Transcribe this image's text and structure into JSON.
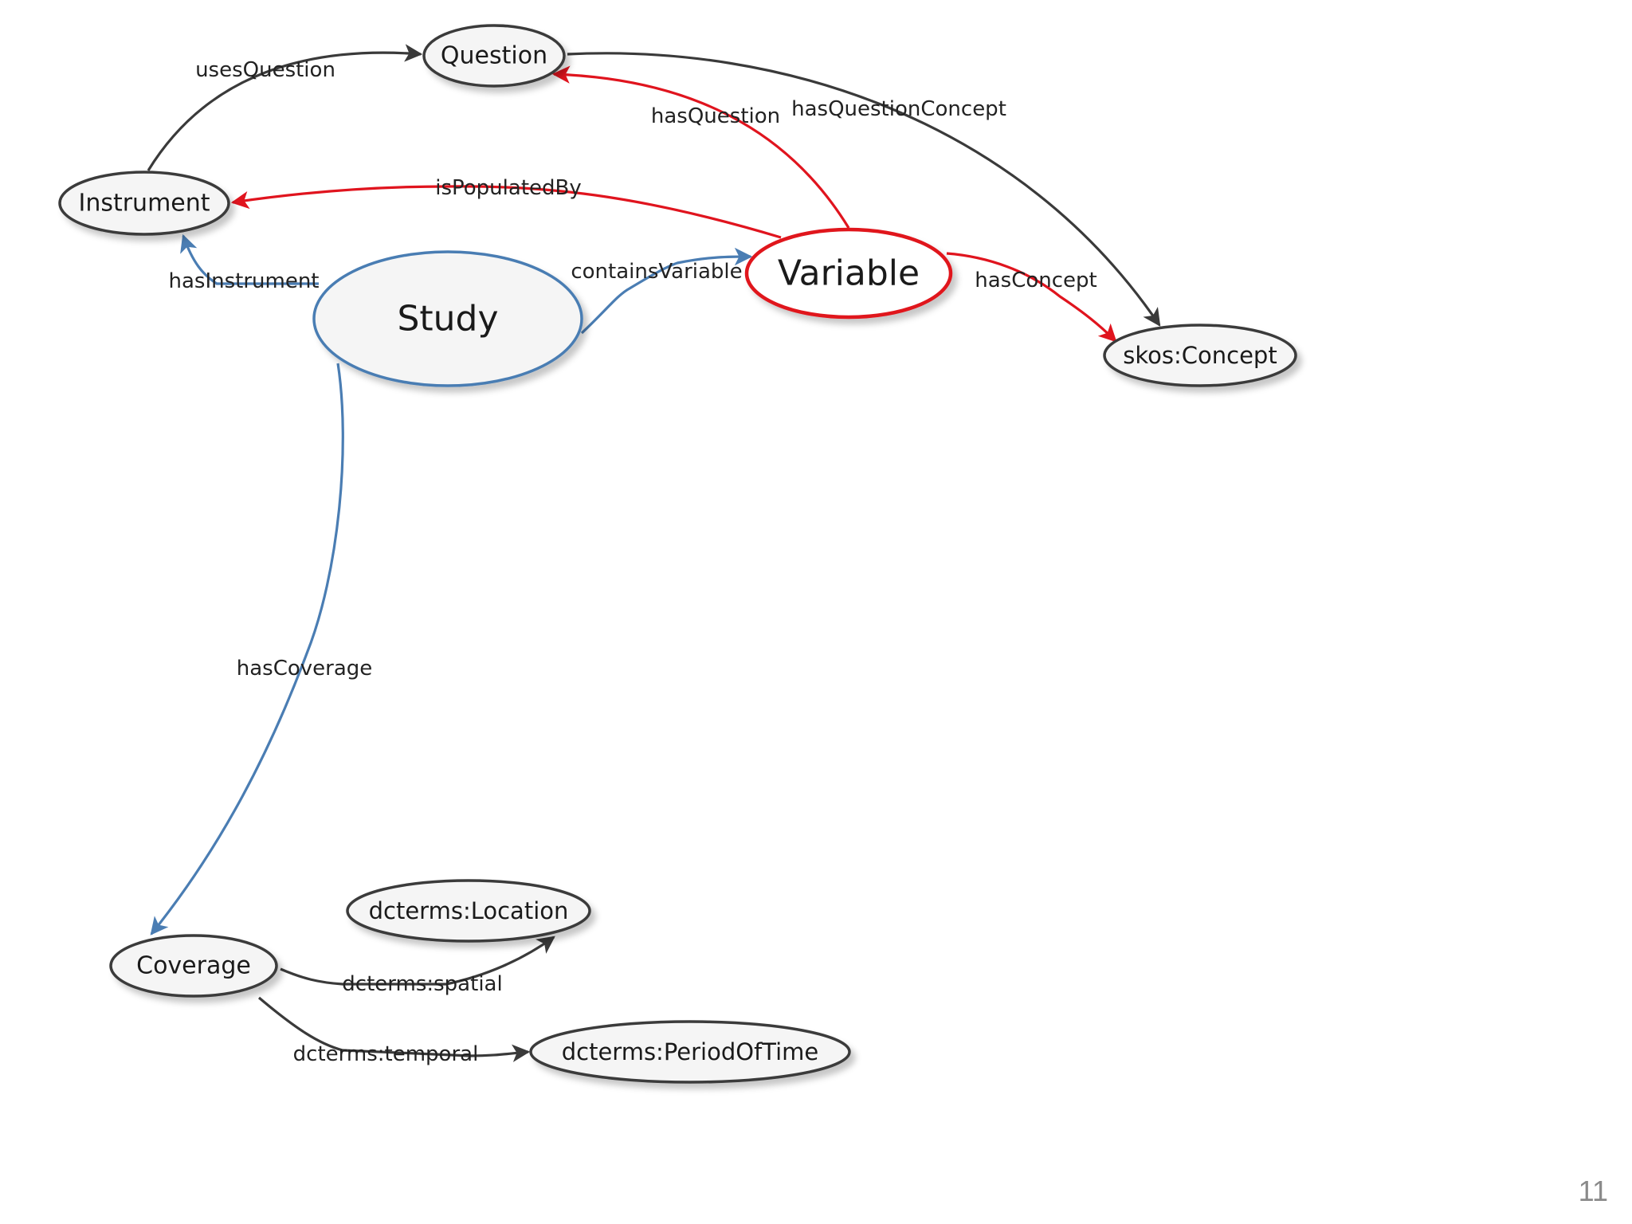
{
  "colors": {
    "gray": "#3a3a3a",
    "red": "#e0141e",
    "blue": "#4a7db3"
  },
  "nodes": {
    "question": "Question",
    "instrument": "Instrument",
    "study": "Study",
    "variable": "Variable",
    "skos_concept": "skos:Concept",
    "coverage": "Coverage",
    "location": "dcterms:Location",
    "period": "dcterms:PeriodOfTime"
  },
  "edges": {
    "uses_question": "usesQuestion",
    "has_question": "hasQuestion",
    "has_question_concept": "hasQuestionConcept",
    "is_populated_by": "isPopulatedBy",
    "has_instrument": "hasInstrument",
    "contains_variable": "containsVariable",
    "has_concept": "hasConcept",
    "has_coverage": "hasCoverage",
    "spatial": "dcterms:spatial",
    "temporal": "dcterms:temporal"
  },
  "page_number": "11"
}
